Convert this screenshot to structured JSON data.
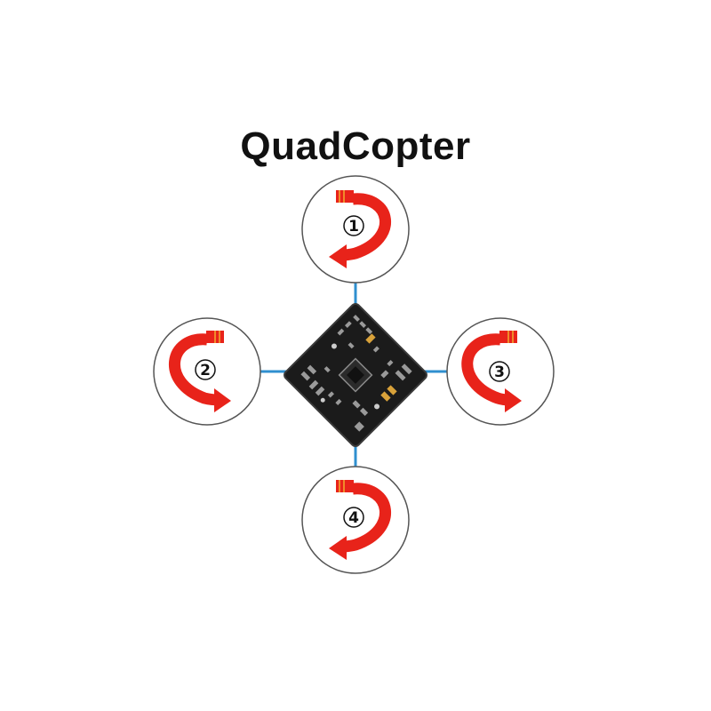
{
  "title": "QuadCopter",
  "motors": [
    {
      "id": "motor-1",
      "number": "1",
      "rotation": "clockwise"
    },
    {
      "id": "motor-2",
      "number": "2",
      "rotation": "counter-clockwise"
    },
    {
      "id": "motor-3",
      "number": "3",
      "rotation": "counter-clockwise"
    },
    {
      "id": "motor-4",
      "number": "4",
      "rotation": "clockwise"
    }
  ],
  "colors": {
    "arm": "#2f8fcf",
    "arrow": "#e8231a",
    "arrow_tail": "#f08a2a",
    "circle": "#555555",
    "board": "#1b1b1b",
    "text": "#111111"
  },
  "icons": {
    "board": "flight-controller-board-icon",
    "rotation": "rotation-arrow-icon"
  }
}
